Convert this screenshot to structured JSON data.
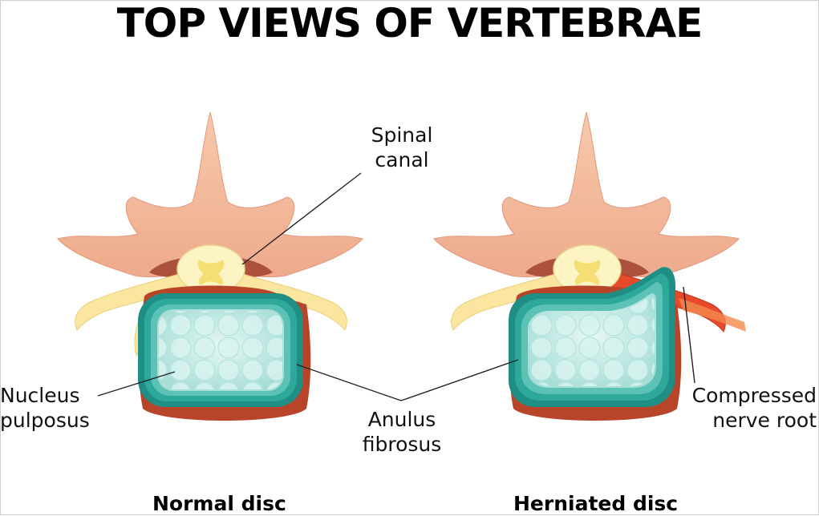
{
  "title": "TOP VIEWS OF VERTEBRAE",
  "labels": {
    "spinal_canal": [
      "Spinal",
      "canal"
    ],
    "nucleus_pulposus": [
      "Nucleus",
      "pulposus"
    ],
    "anulus_fibrosus": [
      "Anulus",
      "fibrosus"
    ],
    "compressed_nerve_root": [
      "Compressed",
      "nerve root"
    ]
  },
  "captions": {
    "normal": "Normal disc",
    "herniated": "Herniated disc"
  },
  "colors": {
    "bone": "#f6c0a0",
    "bone_shadow": "#e39c80",
    "disc_outer": "#1f8f86",
    "disc_inner": "#9fe0d8",
    "nerve": "#fbe6a0",
    "spinal_cord": "#fdf4c4",
    "compressed_nerve": "#e64a2a",
    "vertebral_body": "#b8442a"
  }
}
